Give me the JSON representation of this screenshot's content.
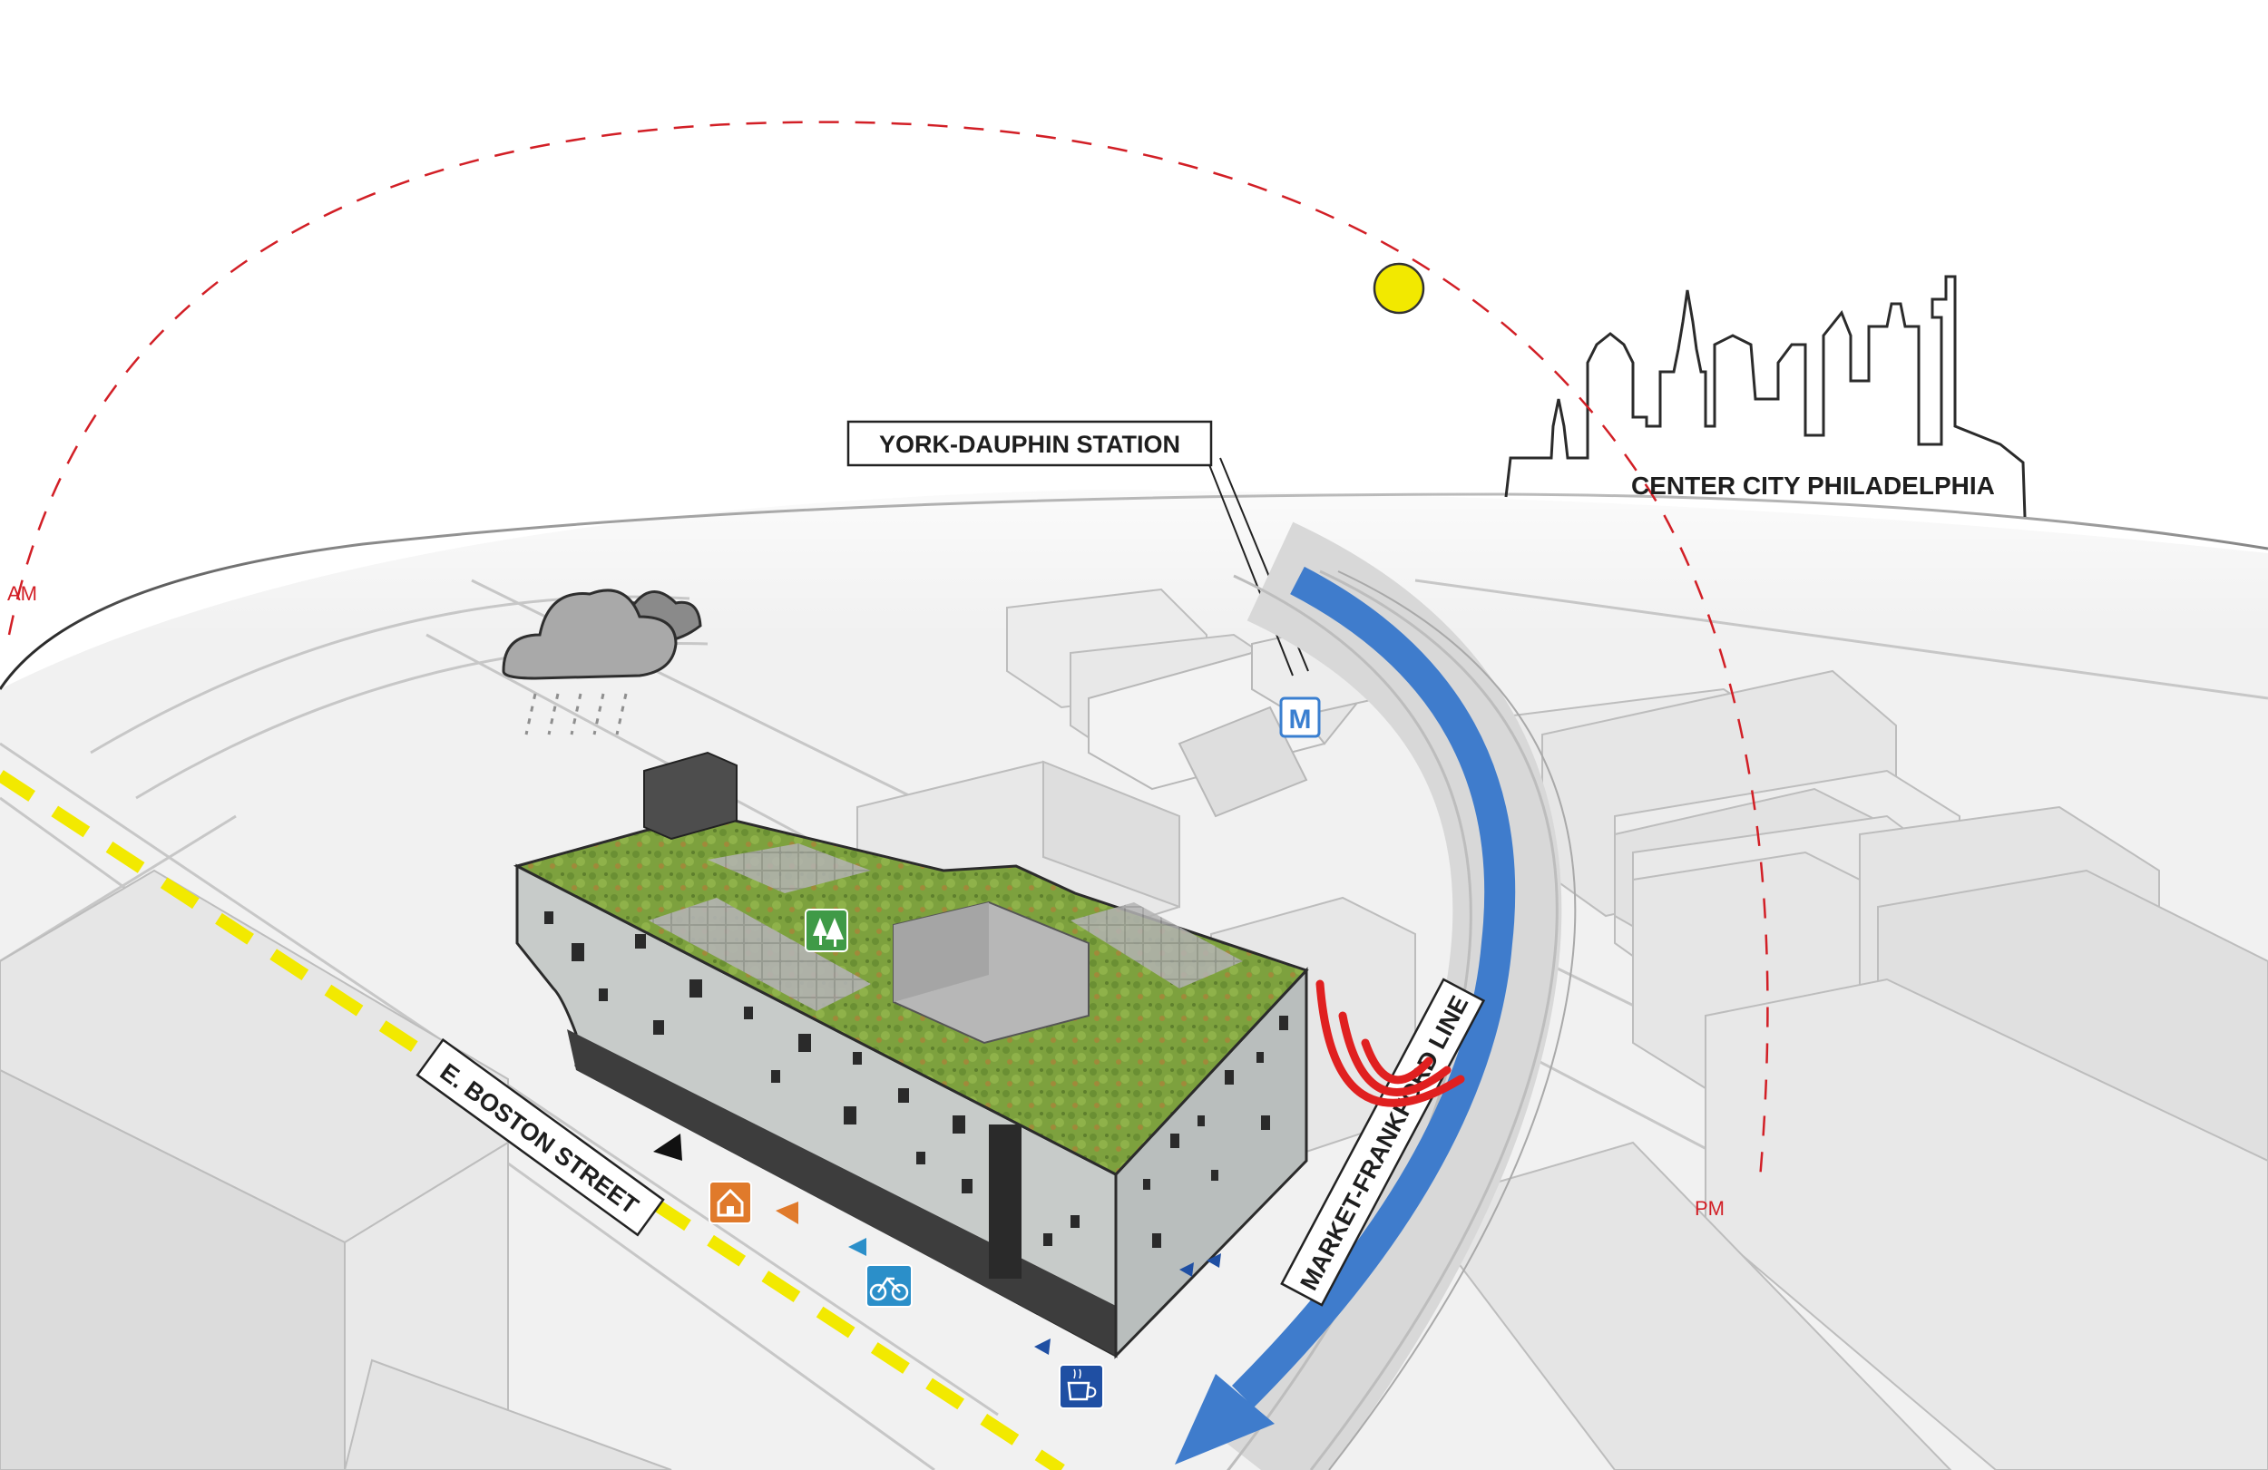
{
  "labels": {
    "station": "YORK-DAUPHIN STATION",
    "skyline": "CENTER CITY PHILADELPHIA",
    "street": "E. BOSTON STREET",
    "rail_line": "MARKET-FRANKFORD LINE",
    "sun_am": "AM",
    "sun_pm": "PM",
    "metro_badge": "M"
  },
  "icons": [
    {
      "name": "metro-icon",
      "color": "#3a7fd0"
    },
    {
      "name": "tree-icon",
      "color": "#3f9a47"
    },
    {
      "name": "house-icon",
      "color": "#e07a2b"
    },
    {
      "name": "bicycle-icon",
      "color": "#2b8fc9"
    },
    {
      "name": "coffee-icon",
      "color": "#1f4fa3"
    },
    {
      "name": "rain-cloud-icon",
      "color": "#7a7a7a"
    },
    {
      "name": "sun-icon",
      "color": "#f2e900"
    },
    {
      "name": "noise-waves-icon",
      "color": "#e02020"
    }
  ],
  "colors": {
    "sun_path": "#d21f26",
    "street_centerline": "#f2e900",
    "rail_arrow": "#3f7ccc",
    "green_roof": "#7da13e",
    "building_facade": "#c7cbc9"
  }
}
